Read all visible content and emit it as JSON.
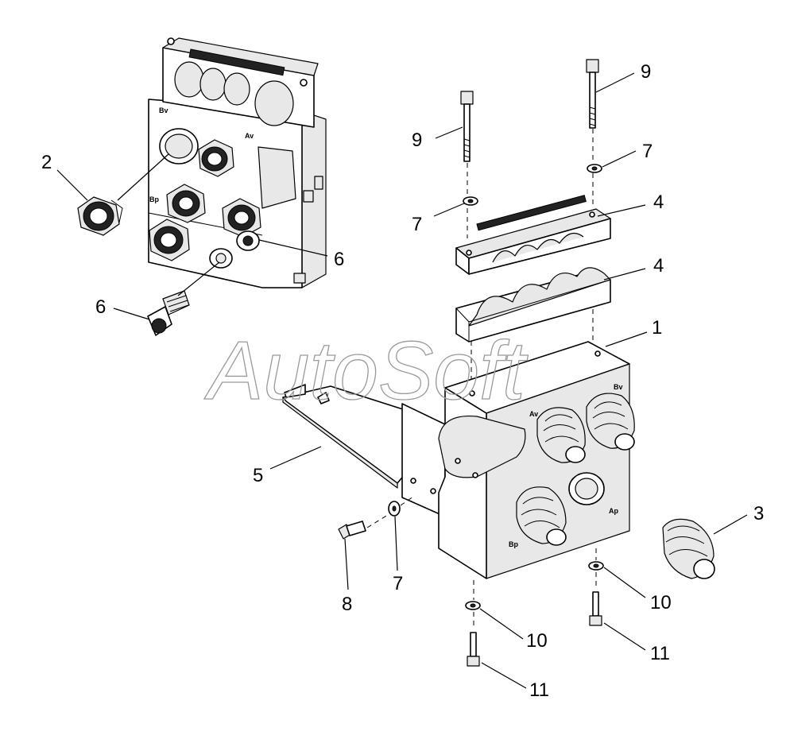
{
  "watermark": "AutoSoft",
  "callouts": {
    "c1": "1",
    "c2": "2",
    "c3": "3",
    "c4a": "4",
    "c4b": "4",
    "c5": "5",
    "c6a": "6",
    "c6b": "6",
    "c7a": "7",
    "c7b": "7",
    "c7c": "7",
    "c8": "8",
    "c9a": "9",
    "c9b": "9",
    "c10a": "10",
    "c10b": "10",
    "c11a": "11",
    "c11b": "11"
  },
  "ports": {
    "bv_top": "Bv",
    "av_top": "Av",
    "bp_top": "Bp",
    "av_bottom": "Av",
    "bv_bottom": "Bv",
    "ap_bottom": "Ap",
    "bp_bottom": "Bp"
  },
  "colors": {
    "line": "#000000",
    "watermark": "#9a9a9a",
    "background": "#ffffff"
  }
}
